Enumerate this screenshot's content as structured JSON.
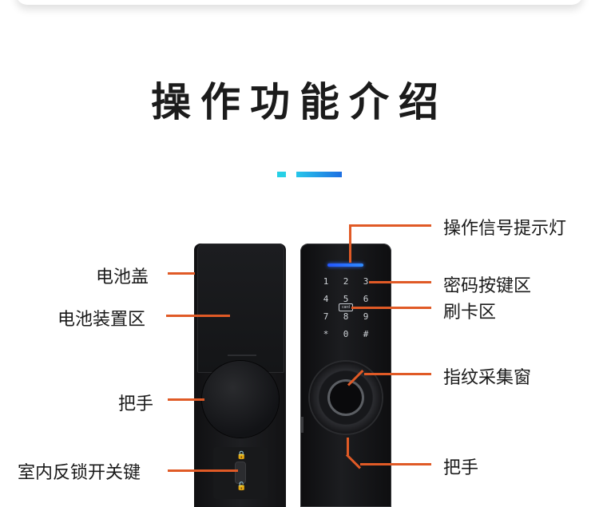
{
  "title": "操作功能介绍",
  "left_labels": {
    "battery_cover": "电池盖",
    "battery_area": "电池装置区",
    "handle": "把手",
    "lock_switch": "室内反锁开关键"
  },
  "right_labels": {
    "indicator": "操作信号提示灯",
    "keypad": "密码按键区",
    "card_area": "刷卡区",
    "fingerprint": "指纹采集窗",
    "handle": "把手"
  },
  "keypad": {
    "keys": [
      "1",
      "2",
      "3",
      "4",
      "5",
      "6",
      "7",
      "8",
      "9",
      "*",
      "0",
      "#"
    ],
    "card_mark": "card"
  },
  "colors": {
    "leader_line": "#e05a26",
    "accent_cyan": "#27d0e6",
    "accent_blue": "#1d6fe2",
    "indicator_blue": "#2f6bff",
    "device_body": "#151619"
  },
  "icons": {
    "lock": "lock-icon",
    "unlock": "unlock-icon"
  }
}
